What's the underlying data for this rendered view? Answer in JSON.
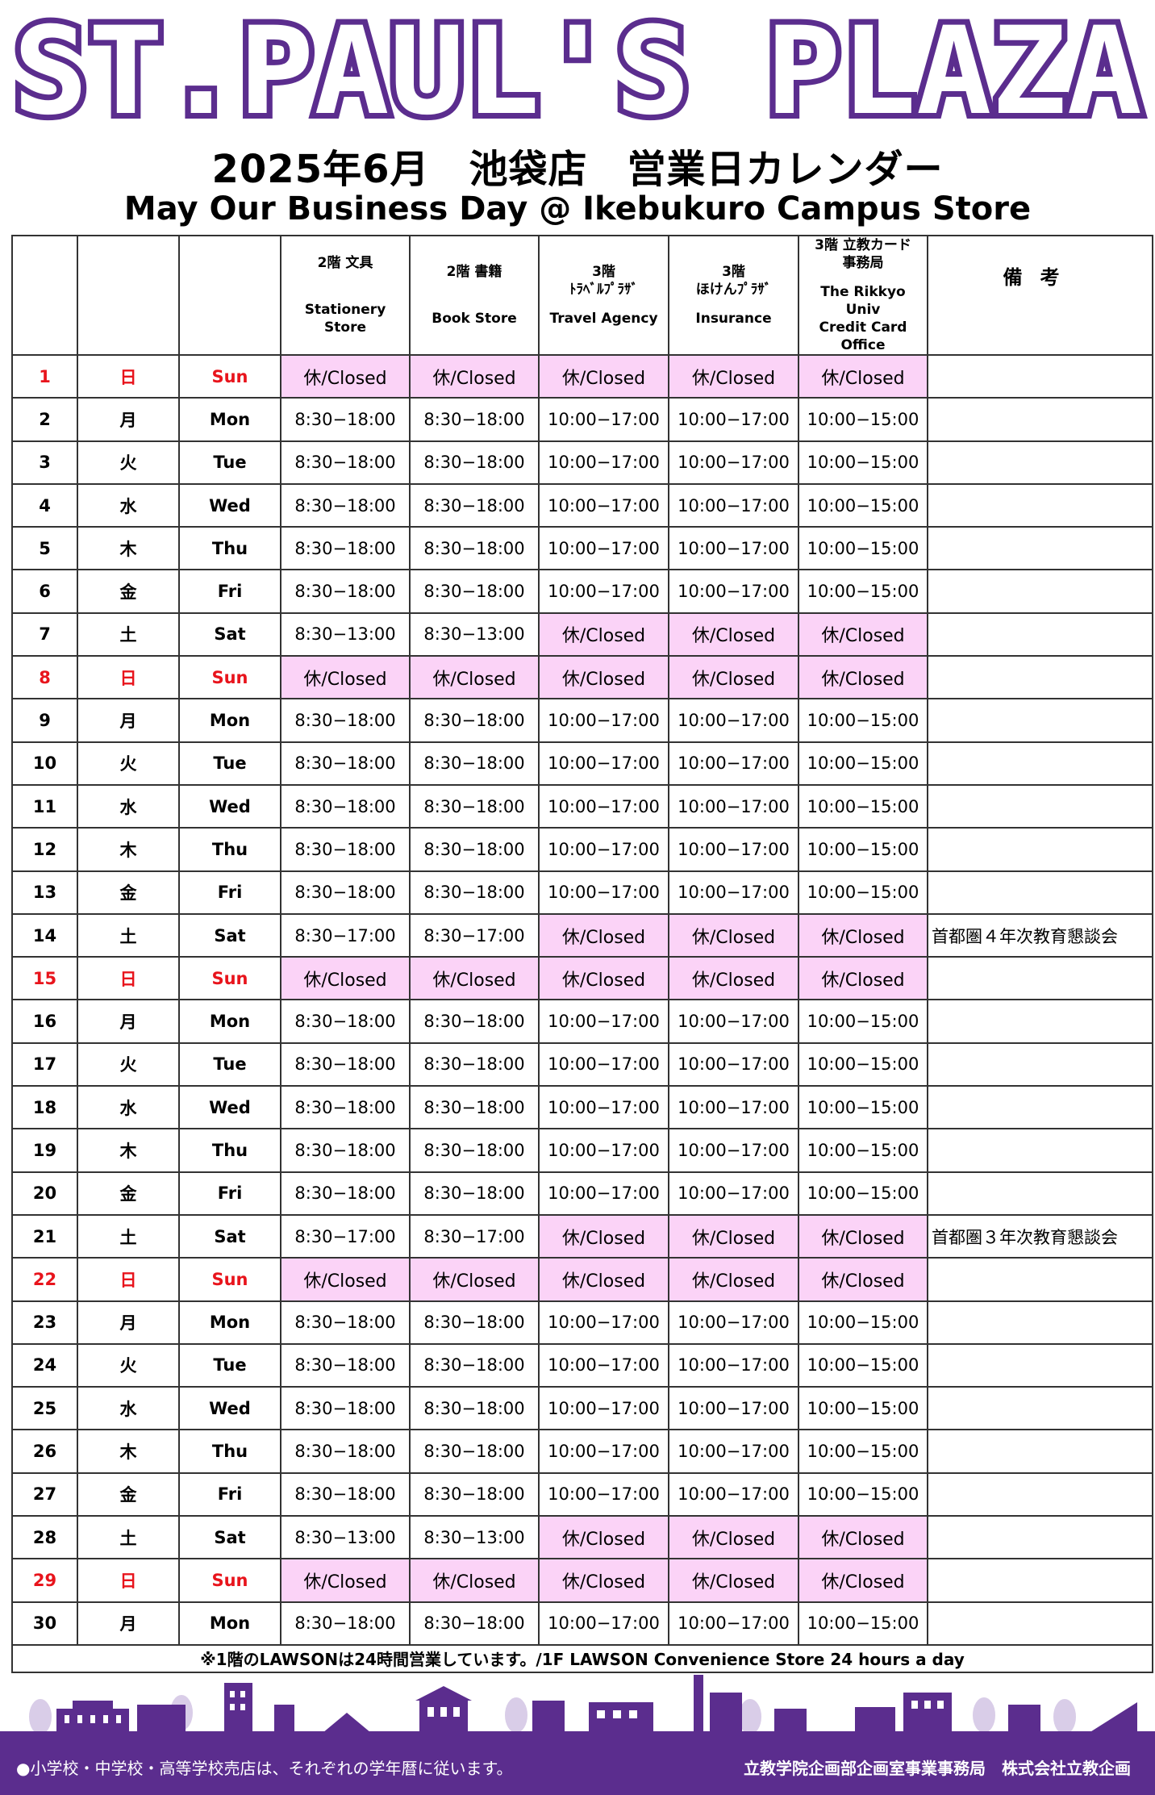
{
  "banner": {
    "text": "ST.PAUL'S PLAZA",
    "color": "#5b2d8e"
  },
  "title_jp": "2025年6月　池袋店　営業日カレンダー",
  "title_en": "May Our Business Day @ Ikebukuro Campus Store",
  "columns": [
    {
      "jp": "2階 文具",
      "en": "Stationery Store"
    },
    {
      "jp": "2階 書籍",
      "en": "Book Store"
    },
    {
      "jp": "3階\nﾄﾗﾍﾞﾙﾌﾟﾗｻﾞ",
      "en": "Travel Agency"
    },
    {
      "jp": "3階\nほけんﾌﾟﾗｻﾞ",
      "en": "Insurance"
    },
    {
      "jp": "3階 立教カード\n事務局",
      "en": "The Rikkyo Univ\nCredit Card\nOffice"
    }
  ],
  "remarks_header": "備考",
  "rows": [
    {
      "day": "1",
      "kanji": "日",
      "wd": "Sun",
      "c": [
        "休/Closed",
        "休/Closed",
        "休/Closed",
        "休/Closed",
        "休/Closed"
      ],
      "note": ""
    },
    {
      "day": "2",
      "kanji": "月",
      "wd": "Mon",
      "c": [
        "8:30−18:00",
        "8:30−18:00",
        "10:00−17:00",
        "10:00−17:00",
        "10:00−15:00"
      ],
      "note": ""
    },
    {
      "day": "3",
      "kanji": "火",
      "wd": "Tue",
      "c": [
        "8:30−18:00",
        "8:30−18:00",
        "10:00−17:00",
        "10:00−17:00",
        "10:00−15:00"
      ],
      "note": ""
    },
    {
      "day": "4",
      "kanji": "水",
      "wd": "Wed",
      "c": [
        "8:30−18:00",
        "8:30−18:00",
        "10:00−17:00",
        "10:00−17:00",
        "10:00−15:00"
      ],
      "note": ""
    },
    {
      "day": "5",
      "kanji": "木",
      "wd": "Thu",
      "c": [
        "8:30−18:00",
        "8:30−18:00",
        "10:00−17:00",
        "10:00−17:00",
        "10:00−15:00"
      ],
      "note": ""
    },
    {
      "day": "6",
      "kanji": "金",
      "wd": "Fri",
      "c": [
        "8:30−18:00",
        "8:30−18:00",
        "10:00−17:00",
        "10:00−17:00",
        "10:00−15:00"
      ],
      "note": ""
    },
    {
      "day": "7",
      "kanji": "土",
      "wd": "Sat",
      "c": [
        "8:30−13:00",
        "8:30−13:00",
        "休/Closed",
        "休/Closed",
        "休/Closed"
      ],
      "note": ""
    },
    {
      "day": "8",
      "kanji": "日",
      "wd": "Sun",
      "c": [
        "休/Closed",
        "休/Closed",
        "休/Closed",
        "休/Closed",
        "休/Closed"
      ],
      "note": ""
    },
    {
      "day": "9",
      "kanji": "月",
      "wd": "Mon",
      "c": [
        "8:30−18:00",
        "8:30−18:00",
        "10:00−17:00",
        "10:00−17:00",
        "10:00−15:00"
      ],
      "note": ""
    },
    {
      "day": "10",
      "kanji": "火",
      "wd": "Tue",
      "c": [
        "8:30−18:00",
        "8:30−18:00",
        "10:00−17:00",
        "10:00−17:00",
        "10:00−15:00"
      ],
      "note": ""
    },
    {
      "day": "11",
      "kanji": "水",
      "wd": "Wed",
      "c": [
        "8:30−18:00",
        "8:30−18:00",
        "10:00−17:00",
        "10:00−17:00",
        "10:00−15:00"
      ],
      "note": ""
    },
    {
      "day": "12",
      "kanji": "木",
      "wd": "Thu",
      "c": [
        "8:30−18:00",
        "8:30−18:00",
        "10:00−17:00",
        "10:00−17:00",
        "10:00−15:00"
      ],
      "note": ""
    },
    {
      "day": "13",
      "kanji": "金",
      "wd": "Fri",
      "c": [
        "8:30−18:00",
        "8:30−18:00",
        "10:00−17:00",
        "10:00−17:00",
        "10:00−15:00"
      ],
      "note": ""
    },
    {
      "day": "14",
      "kanji": "土",
      "wd": "Sat",
      "c": [
        "8:30−17:00",
        "8:30−17:00",
        "休/Closed",
        "休/Closed",
        "休/Closed"
      ],
      "note": "首都圏４年次教育懇談会"
    },
    {
      "day": "15",
      "kanji": "日",
      "wd": "Sun",
      "c": [
        "休/Closed",
        "休/Closed",
        "休/Closed",
        "休/Closed",
        "休/Closed"
      ],
      "note": ""
    },
    {
      "day": "16",
      "kanji": "月",
      "wd": "Mon",
      "c": [
        "8:30−18:00",
        "8:30−18:00",
        "10:00−17:00",
        "10:00−17:00",
        "10:00−15:00"
      ],
      "note": ""
    },
    {
      "day": "17",
      "kanji": "火",
      "wd": "Tue",
      "c": [
        "8:30−18:00",
        "8:30−18:00",
        "10:00−17:00",
        "10:00−17:00",
        "10:00−15:00"
      ],
      "note": ""
    },
    {
      "day": "18",
      "kanji": "水",
      "wd": "Wed",
      "c": [
        "8:30−18:00",
        "8:30−18:00",
        "10:00−17:00",
        "10:00−17:00",
        "10:00−15:00"
      ],
      "note": ""
    },
    {
      "day": "19",
      "kanji": "木",
      "wd": "Thu",
      "c": [
        "8:30−18:00",
        "8:30−18:00",
        "10:00−17:00",
        "10:00−17:00",
        "10:00−15:00"
      ],
      "note": ""
    },
    {
      "day": "20",
      "kanji": "金",
      "wd": "Fri",
      "c": [
        "8:30−18:00",
        "8:30−18:00",
        "10:00−17:00",
        "10:00−17:00",
        "10:00−15:00"
      ],
      "note": ""
    },
    {
      "day": "21",
      "kanji": "土",
      "wd": "Sat",
      "c": [
        "8:30−17:00",
        "8:30−17:00",
        "休/Closed",
        "休/Closed",
        "休/Closed"
      ],
      "note": "首都圏３年次教育懇談会"
    },
    {
      "day": "22",
      "kanji": "日",
      "wd": "Sun",
      "c": [
        "休/Closed",
        "休/Closed",
        "休/Closed",
        "休/Closed",
        "休/Closed"
      ],
      "note": ""
    },
    {
      "day": "23",
      "kanji": "月",
      "wd": "Mon",
      "c": [
        "8:30−18:00",
        "8:30−18:00",
        "10:00−17:00",
        "10:00−17:00",
        "10:00−15:00"
      ],
      "note": ""
    },
    {
      "day": "24",
      "kanji": "火",
      "wd": "Tue",
      "c": [
        "8:30−18:00",
        "8:30−18:00",
        "10:00−17:00",
        "10:00−17:00",
        "10:00−15:00"
      ],
      "note": ""
    },
    {
      "day": "25",
      "kanji": "水",
      "wd": "Wed",
      "c": [
        "8:30−18:00",
        "8:30−18:00",
        "10:00−17:00",
        "10:00−17:00",
        "10:00−15:00"
      ],
      "note": ""
    },
    {
      "day": "26",
      "kanji": "木",
      "wd": "Thu",
      "c": [
        "8:30−18:00",
        "8:30−18:00",
        "10:00−17:00",
        "10:00−17:00",
        "10:00−15:00"
      ],
      "note": ""
    },
    {
      "day": "27",
      "kanji": "金",
      "wd": "Fri",
      "c": [
        "8:30−18:00",
        "8:30−18:00",
        "10:00−17:00",
        "10:00−17:00",
        "10:00−15:00"
      ],
      "note": ""
    },
    {
      "day": "28",
      "kanji": "土",
      "wd": "Sat",
      "c": [
        "8:30−13:00",
        "8:30−13:00",
        "休/Closed",
        "休/Closed",
        "休/Closed"
      ],
      "note": ""
    },
    {
      "day": "29",
      "kanji": "日",
      "wd": "Sun",
      "c": [
        "休/Closed",
        "休/Closed",
        "休/Closed",
        "休/Closed",
        "休/Closed"
      ],
      "note": ""
    },
    {
      "day": "30",
      "kanji": "月",
      "wd": "Mon",
      "c": [
        "8:30−18:00",
        "8:30−18:00",
        "10:00−17:00",
        "10:00−17:00",
        "10:00−15:00"
      ],
      "note": ""
    }
  ],
  "footer_note": "※1階のLAWSONは24時間営業しています。/1F LAWSON Convenience Store 24 hours a day",
  "bottom_left": "●小学校・中学校・高等学校売店は、それぞれの学年暦に従います。",
  "bottom_right": "立教学院企画部企画室事業事務局　株式会社立教企画",
  "colors": {
    "accent": "#5b2d8e",
    "sunday": "#e8141c",
    "closed_bg": "#fbd3f7",
    "border": "#333333"
  }
}
